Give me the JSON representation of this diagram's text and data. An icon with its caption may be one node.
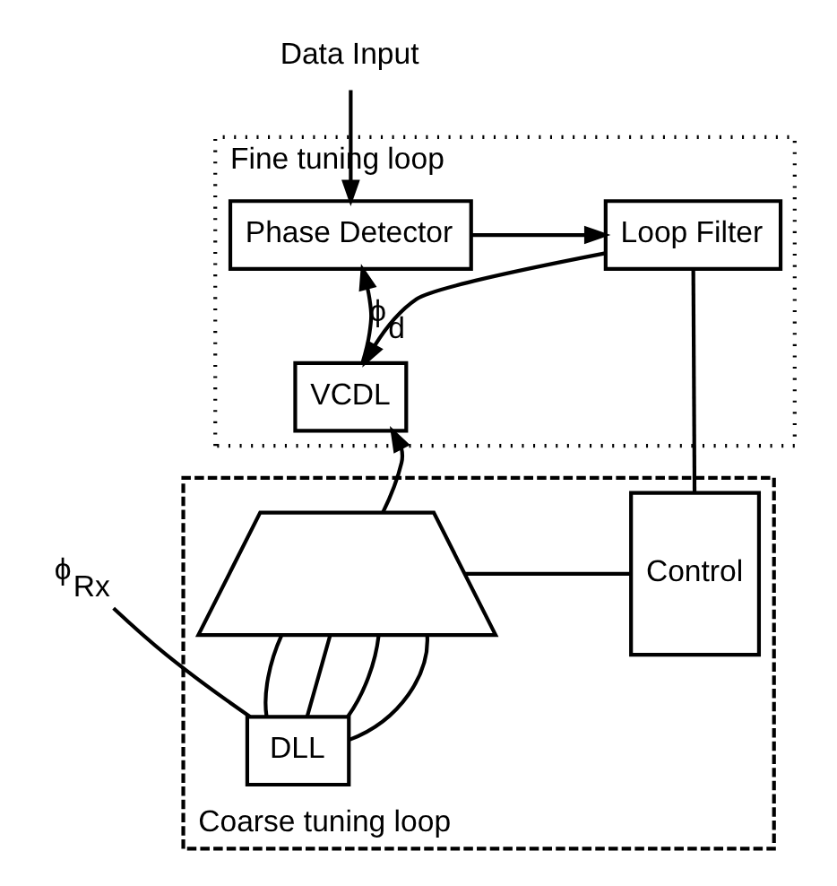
{
  "diagram": {
    "nodes": [
      {
        "text": [
          "Fine tuning loop"
        ]
      },
      {
        "text": [
          "Data Input"
        ]
      },
      {
        "text": [
          "Phase Detector"
        ],
        "in": 0
      },
      {
        "text": [
          "Loop Filter"
        ],
        "in": 0
      },
      {
        "text": [
          "VCDL"
        ],
        "in": 0
      },
      {
        "text": [
          "Coarse tuning loop"
        ]
      },
      {
        "text": [],
        "shape": "trapezoid",
        "in": 5
      },
      {
        "text": [
          "Control"
        ],
        "in": 5
      },
      {
        "text": [
          "DLL"
        ],
        "in": 5
      },
      {
        "text": [
          "ϕ$_{Rx}$"
        ]
      }
    ],
    "edges": [
      {
        "from": 1,
        "to": 2,
        "arrow": "to"
      },
      {
        "from": 2,
        "to": 3,
        "arrow": "to"
      },
      {
        "from": 4,
        "to": 2,
        "arrow": "to",
        "label": "ϕ$_{d}$"
      },
      {
        "from": 3,
        "to": 4,
        "arrow": "to"
      },
      {
        "from": 3,
        "to": 7,
        "arrow": "none"
      },
      {
        "from": 6,
        "to": 4,
        "arrow": "to"
      },
      {
        "from": 7,
        "to": 6,
        "arrow": "none"
      },
      {
        "from": 8,
        "to": 6,
        "arrow": "none"
      },
      {
        "from": 8,
        "to": 6,
        "arrow": "none"
      },
      {
        "from": 8,
        "to": 6,
        "arrow": "none"
      },
      {
        "from": 8,
        "to": 6,
        "arrow": "none"
      },
      {
        "from": 9,
        "to": 8,
        "arrow": "none"
      }
    ]
  }
}
